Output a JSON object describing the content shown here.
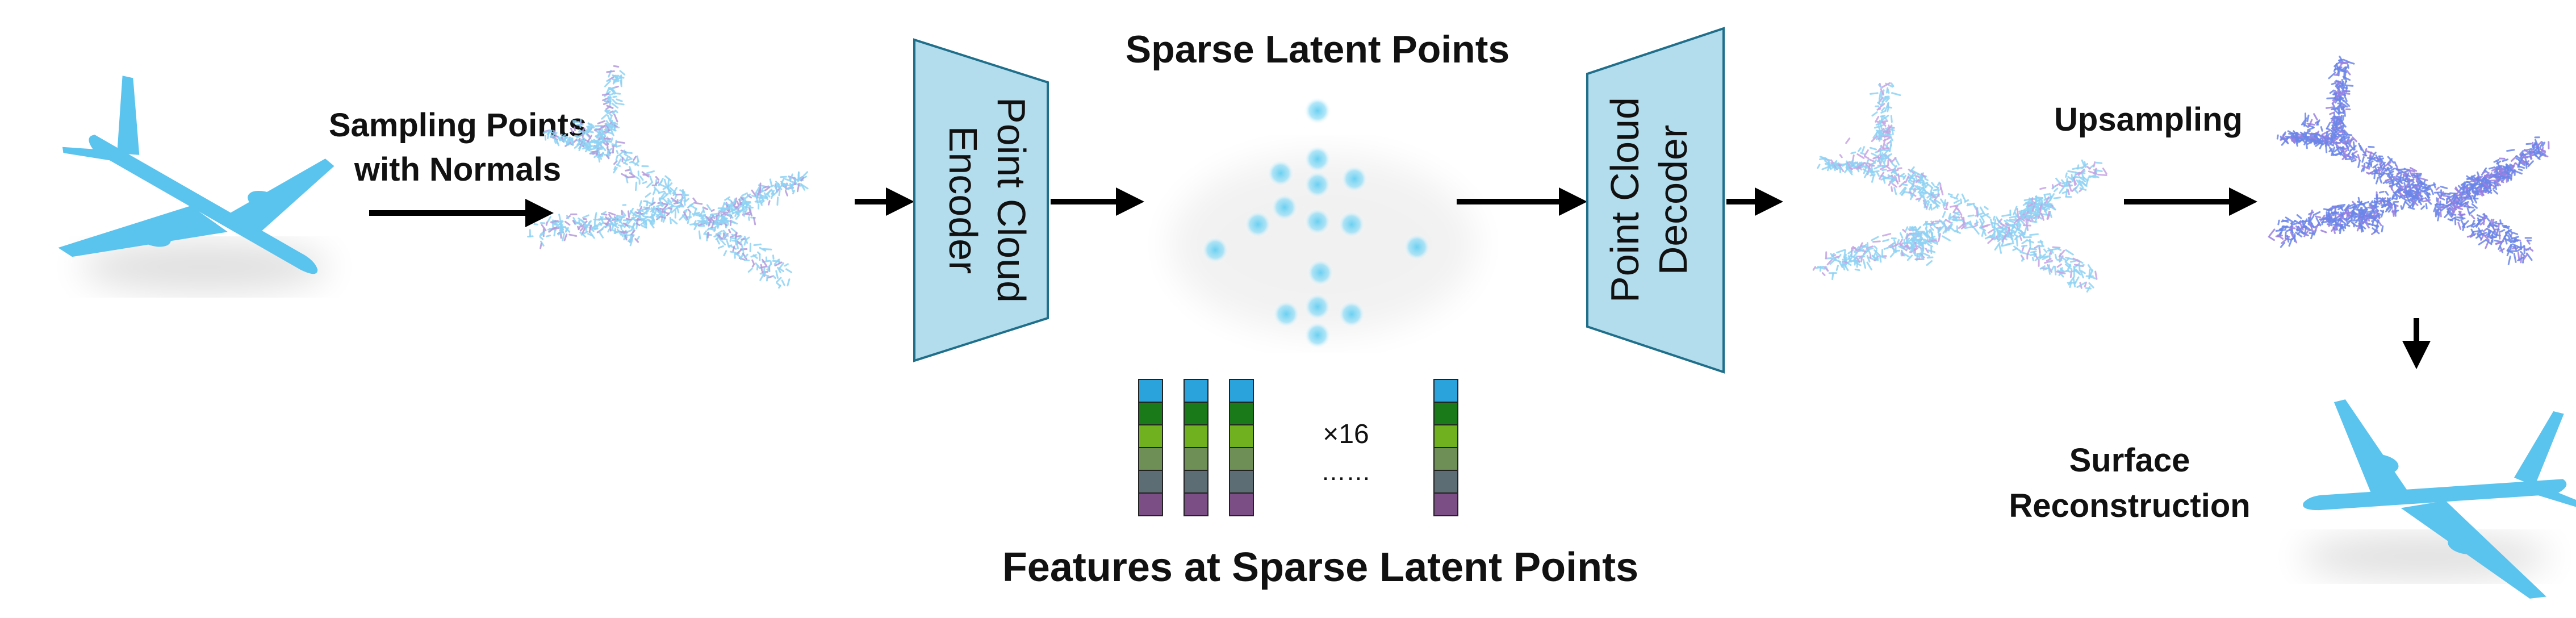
{
  "labels": {
    "sampling_line1": "Sampling Points",
    "sampling_line2": "with Normals",
    "encoder_line1": "Point Cloud",
    "encoder_line2": "Encoder",
    "latent_title": "Sparse Latent Points",
    "decoder_line1": "Point Cloud",
    "decoder_line2": "Decoder",
    "upsampling": "Upsampling",
    "surface_line1": "Surface",
    "surface_line2": "Reconstruction",
    "features_title": "Features at Sparse Latent Points",
    "multiplier": "×16",
    "ellipsis": "……"
  },
  "colors": {
    "box_fill": "#b3dced",
    "box_stroke": "#1f6f8b",
    "airplane": "#5ac3ee",
    "points_light": "#8fd3f4",
    "points_dark": "#6b86e8",
    "latent_point": "#6ad0f2",
    "feature_cells": [
      "#2aa2dc",
      "#1a7a1a",
      "#6fb11f",
      "#6e8f55",
      "#5c6d74",
      "#7b4f86"
    ]
  },
  "feature_columns": 4
}
